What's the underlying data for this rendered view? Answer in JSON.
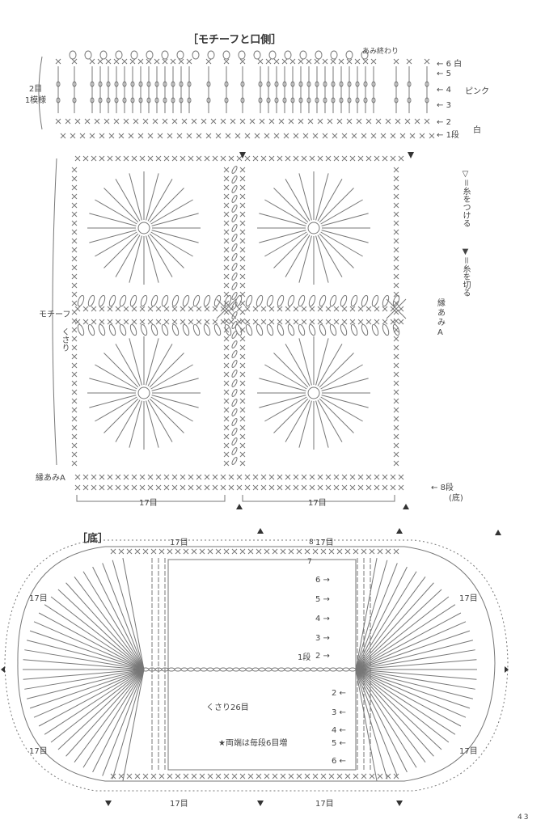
{
  "top_section": {
    "title": "［モチーフと口側］",
    "end_label": "あみ終わり",
    "pattern_repeat": "2目\n1模様",
    "rows": [
      {
        "num": "6",
        "color": "白"
      },
      {
        "num": "5"
      },
      {
        "num": "4"
      },
      {
        "num": "3"
      },
      {
        "num": "2"
      },
      {
        "num": "1段"
      }
    ],
    "pink_label": "ピンク",
    "white_label": "白",
    "legend_attach": "▽＝糸をつける",
    "legend_cut": "▼＝糸を切る",
    "edge_a_right": "縁あみA",
    "edge_a_left": "縁あみA",
    "motif_label": "モチーフ",
    "chain_label": "くさり",
    "bottom_row": "8段",
    "bottom_row_note": "(底)",
    "stitch_count_left": "17目",
    "stitch_count_right": "17目"
  },
  "bottom_section": {
    "title": "［底］",
    "count_top_left": "17目",
    "count_top_right": "17目",
    "count_left_top": "17目",
    "count_left_bottom": "17目",
    "count_right_top": "17目",
    "count_right_bottom": "17目",
    "count_bottom_left": "17目",
    "count_bottom_right": "17目",
    "upper_rows": [
      "8",
      "7",
      "6",
      "5",
      "4",
      "3",
      "2",
      "1段"
    ],
    "lower_rows": [
      "2",
      "3",
      "4",
      "5",
      "6"
    ],
    "chain_label": "くさり26目",
    "increase_note": "★両端は毎段6目増"
  },
  "page_number": "43"
}
